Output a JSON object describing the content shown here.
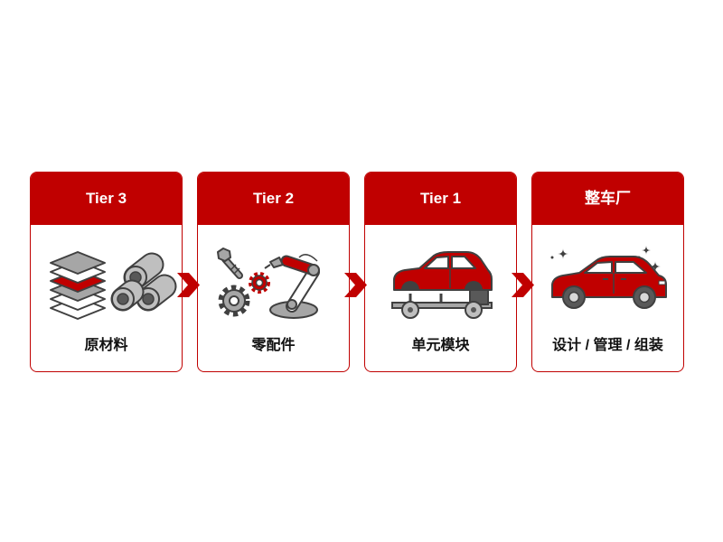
{
  "colors": {
    "accent": "#c00000",
    "outline": "#404040",
    "fill_gray": "#a6a6a6"
  },
  "cards": [
    {
      "header": "Tier 3",
      "label": "原材料",
      "icons": [
        "layers-icon",
        "pipes-icon"
      ]
    },
    {
      "header": "Tier 2",
      "label": "零配件",
      "icons": [
        "screw-icon",
        "gear-icon",
        "robot-arm-icon"
      ]
    },
    {
      "header": "Tier 1",
      "label": "单元模块",
      "icons": [
        "car-chassis-icon"
      ]
    },
    {
      "header": "整车厂",
      "label": "设计 / 管理 / 组装",
      "icons": [
        "car-icon",
        "sparkle-icon"
      ]
    }
  ],
  "connectors": [
    "chevron-right-icon",
    "chevron-right-icon",
    "chevron-right-icon"
  ]
}
